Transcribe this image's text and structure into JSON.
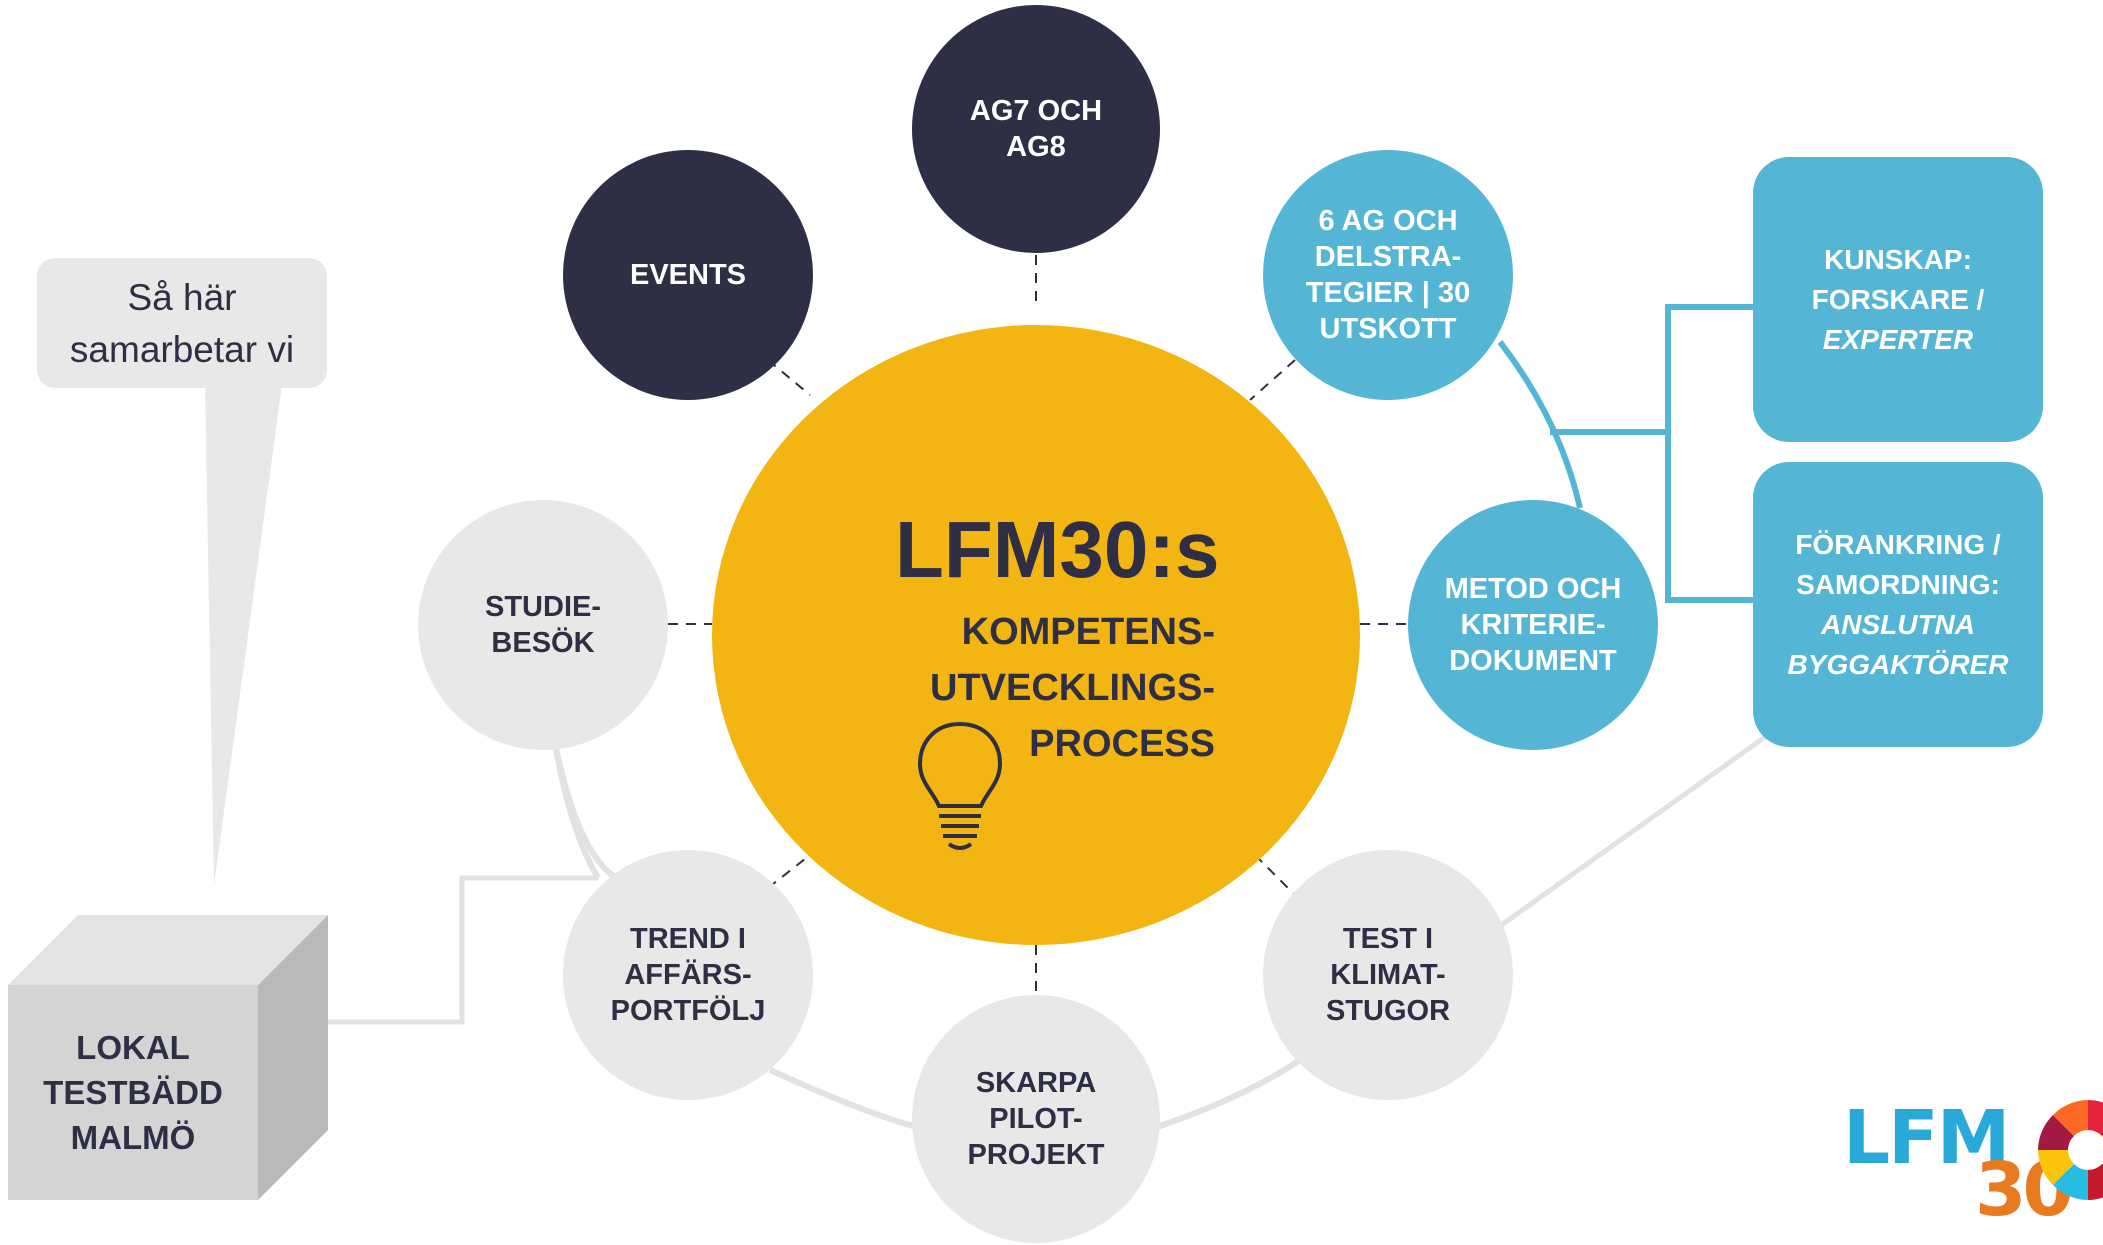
{
  "speech_bubble": {
    "line1": "Så här",
    "line2": "samarbetar vi"
  },
  "center": {
    "title": "LFM30:s",
    "sub1": "KOMPETENS-",
    "sub2": "UTVECKLINGS-",
    "sub3": "PROCESS",
    "icon": "lightbulb-icon"
  },
  "nodes": {
    "ag7": [
      "AG7 OCH",
      "AG8"
    ],
    "events": [
      "EVENTS"
    ],
    "ag6": [
      "6 AG OCH",
      "DELSTRA-",
      "TEGIER | 30",
      "UTSKOTT"
    ],
    "metod": [
      "METOD OCH",
      "KRITERIE-",
      "DOKUMENT"
    ],
    "studie": [
      "STUDIE-",
      "BESÖK"
    ],
    "trend": [
      "TREND I",
      "AFFÄRS-",
      "PORTFÖLJ"
    ],
    "skarpa": [
      "SKARPA",
      "PILOT-",
      "PROJEKT"
    ],
    "test": [
      "TEST I",
      "KLIMAT-",
      "STUGOR"
    ]
  },
  "boxes": {
    "kunskap": [
      "KUNSKAP:",
      "FORSKARE /",
      "EXPERTER"
    ],
    "forankring": [
      "FÖRANKRING /",
      "SAMORDNING:",
      "ANSLUTNA",
      "BYGGAKTÖRER"
    ]
  },
  "cube": {
    "line1": "LOKAL",
    "line2": "TESTBÄDD",
    "line3": "MALMÖ"
  },
  "logo": {
    "text": "LFM",
    "number": "30",
    "icon": "sdg-wheel-icon"
  },
  "colors": {
    "center": "#f2b512",
    "dark": "#2e2e45",
    "light": "#e8e8e8",
    "blue": "#54b6d4",
    "logo_blue": "#29a9d8",
    "logo_orange": "#e87a1f"
  }
}
